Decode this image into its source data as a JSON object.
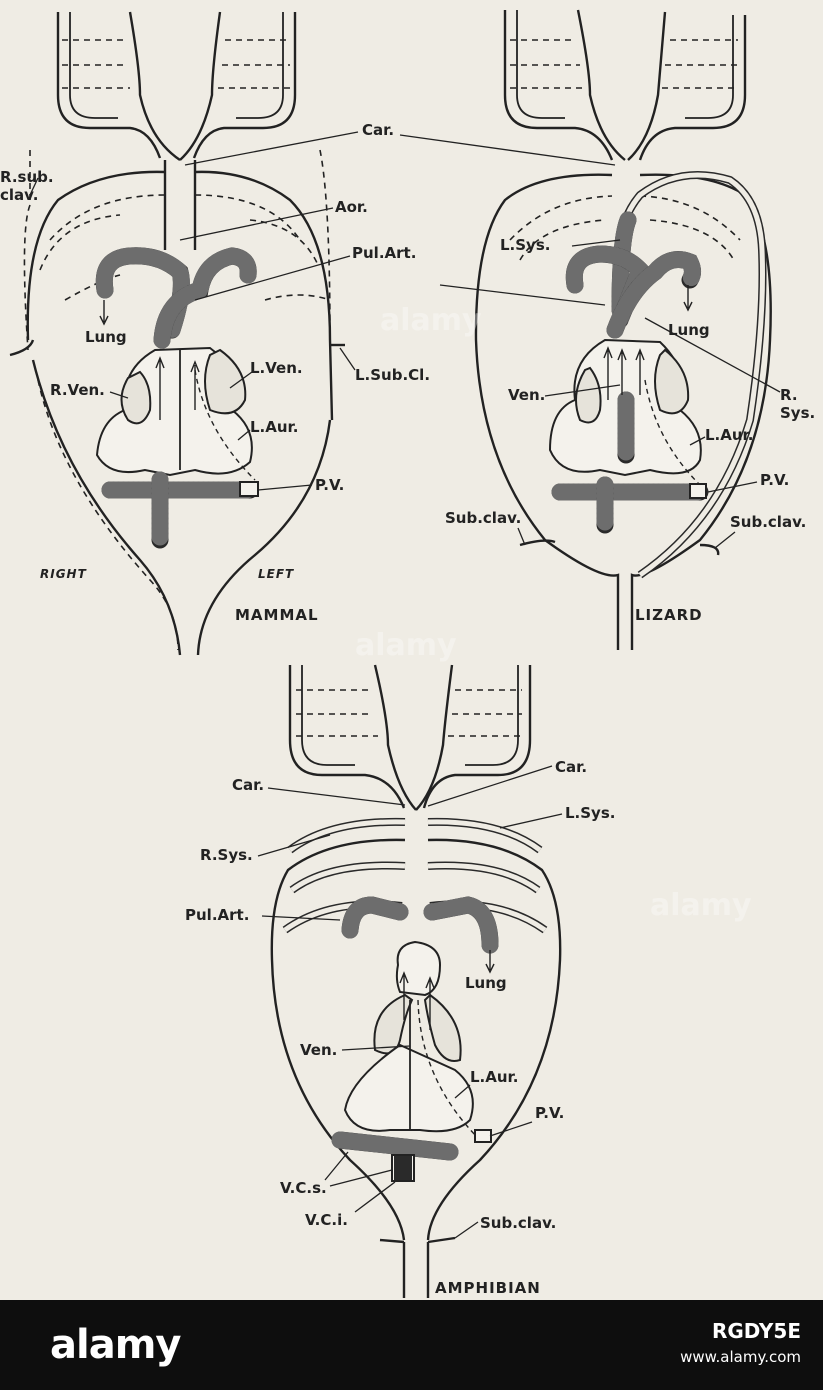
{
  "figure": {
    "mammal": {
      "caption": "MAMMAL",
      "side_right": "RIGHT",
      "side_left": "LEFT",
      "labels": {
        "r_sub": "R.sub.",
        "clav": "clav.",
        "car": "Car.",
        "aor": "Aor.",
        "pul_art": "Pul.Art.",
        "lung": "Lung",
        "l_ven": "L.Ven.",
        "r_ven": "R.Ven.",
        "l_sub_cl": "L.Sub.Cl.",
        "l_aur": "L.Aur.",
        "pv": "P.V."
      }
    },
    "lizard": {
      "caption": "LIZARD",
      "labels": {
        "l_sys": "L.Sys.",
        "lung": "Lung",
        "r": "R.",
        "sys": "Sys.",
        "ven": "Ven.",
        "l_aur": "L.Aur.",
        "pv": "P.V.",
        "sub_clav_left": "Sub.clav.",
        "sub_clav_right": "Sub.clav."
      }
    },
    "amphibian": {
      "caption": "AMPHIBIAN",
      "labels": {
        "car_right": "Car.",
        "car_left": "Car.",
        "l_sys": "L.Sys.",
        "r_sys": "R.Sys.",
        "pul_art": "Pul.Art.",
        "lung": "Lung",
        "ven": "Ven.",
        "l_aur": "L.Aur.",
        "pv": "P.V.",
        "vcs": "V.C.s.",
        "vci": "V.C.i.",
        "sub_clav": "Sub.clav."
      }
    },
    "watermark": "alamy"
  },
  "footer": {
    "logo": "alamy",
    "image_id": "RGDY5E",
    "site": "www.alamy.com"
  }
}
